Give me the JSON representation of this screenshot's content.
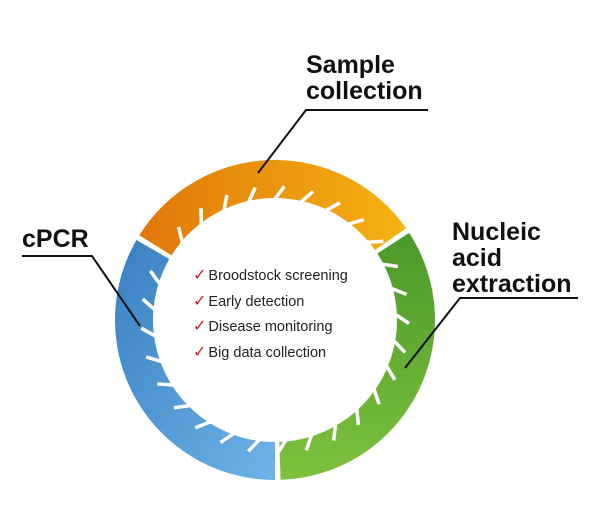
{
  "stages": [
    {
      "id": "sample",
      "label_lines": [
        "Sample",
        "collection"
      ],
      "color_start": "#e0780a",
      "color_end": "#f5b010"
    },
    {
      "id": "nucleic",
      "label_lines": [
        "Nucleic",
        "acid",
        "extraction"
      ],
      "color_start": "#4e9a2b",
      "color_end": "#7dc13a"
    },
    {
      "id": "cpcr",
      "label_lines": [
        "cPCR"
      ],
      "color_start": "#3b82c4",
      "color_end": "#6fb3e6"
    }
  ],
  "checklist": {
    "mark": "✓",
    "mark_color": "#d0191f",
    "items": [
      "Broodstock screening",
      "Early detection",
      "Disease monitoring",
      "Big data collection"
    ]
  }
}
